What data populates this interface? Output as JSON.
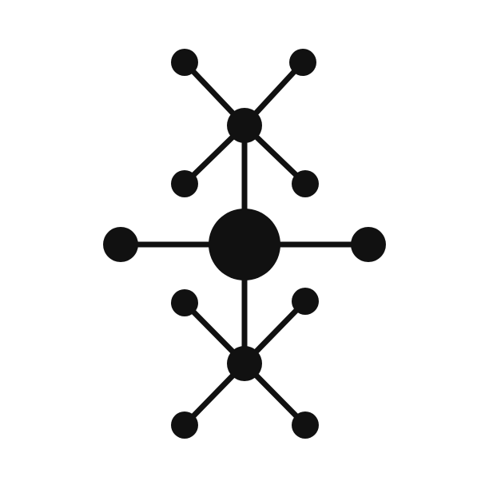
{
  "diagram": {
    "type": "network-graph-icon",
    "colors": {
      "background": "#ffffff",
      "stroke": "#111111",
      "node_fill": "#111111"
    },
    "nodes": [
      {
        "id": "center",
        "role": "central-node",
        "size": "large"
      },
      {
        "id": "top-hub",
        "role": "hub-node",
        "size": "medium"
      },
      {
        "id": "bottom-hub",
        "role": "hub-node",
        "size": "medium"
      },
      {
        "id": "left",
        "role": "outer-node",
        "size": "medium"
      },
      {
        "id": "right",
        "role": "outer-node",
        "size": "medium"
      },
      {
        "id": "top-hub-upper-left",
        "role": "leaf-node",
        "size": "small"
      },
      {
        "id": "top-hub-upper-right",
        "role": "leaf-node",
        "size": "small"
      },
      {
        "id": "top-hub-lower-left",
        "role": "leaf-node",
        "size": "small"
      },
      {
        "id": "top-hub-lower-right",
        "role": "leaf-node",
        "size": "small"
      },
      {
        "id": "bottom-hub-upper-left",
        "role": "leaf-node",
        "size": "small"
      },
      {
        "id": "bottom-hub-upper-right",
        "role": "leaf-node",
        "size": "small"
      },
      {
        "id": "bottom-hub-lower-left",
        "role": "leaf-node",
        "size": "small"
      },
      {
        "id": "bottom-hub-lower-right",
        "role": "leaf-node",
        "size": "small"
      }
    ],
    "edges": [
      [
        "center",
        "top-hub"
      ],
      [
        "center",
        "bottom-hub"
      ],
      [
        "center",
        "left"
      ],
      [
        "center",
        "right"
      ],
      [
        "top-hub",
        "top-hub-upper-left"
      ],
      [
        "top-hub",
        "top-hub-upper-right"
      ],
      [
        "top-hub",
        "top-hub-lower-left"
      ],
      [
        "top-hub",
        "top-hub-lower-right"
      ],
      [
        "bottom-hub",
        "bottom-hub-upper-left"
      ],
      [
        "bottom-hub",
        "bottom-hub-upper-right"
      ],
      [
        "bottom-hub",
        "bottom-hub-lower-left"
      ],
      [
        "bottom-hub",
        "bottom-hub-lower-right"
      ]
    ]
  }
}
